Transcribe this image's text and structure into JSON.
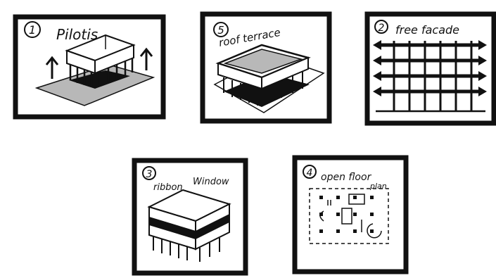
{
  "diagram": {
    "panels": [
      {
        "number": "1",
        "label": "Pilotis"
      },
      {
        "number": "5",
        "label": "roof terrace"
      },
      {
        "number": "2",
        "label": "free facade"
      },
      {
        "number": "3",
        "label_part1": "ribbon",
        "label_part2": "Window"
      },
      {
        "number": "4",
        "label_line1": "open floor",
        "label_line2": "plan"
      }
    ]
  },
  "colors": {
    "ink": "#111111",
    "paper": "#ffffff",
    "shade": "#b8b8b8"
  }
}
